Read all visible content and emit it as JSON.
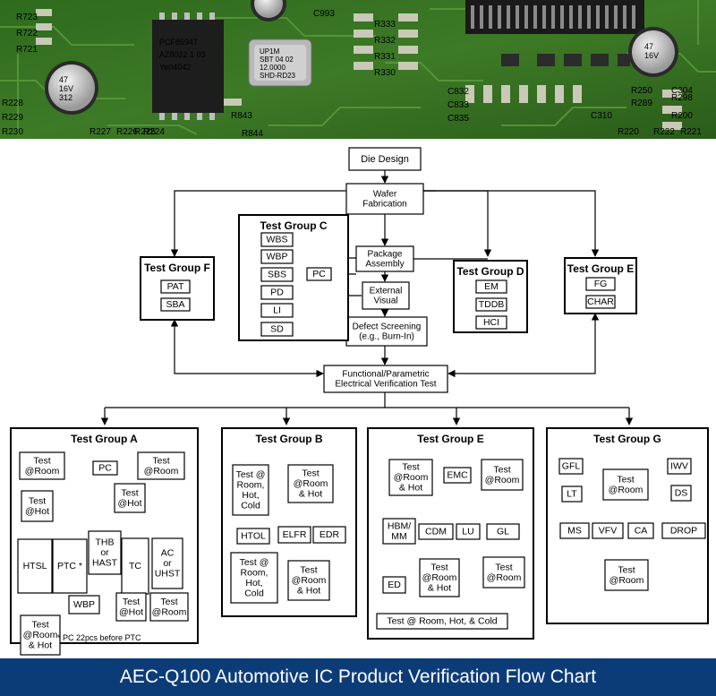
{
  "flow": {
    "die_design": "Die Design",
    "wafer_fab": [
      "Wafer",
      "Fabrication"
    ],
    "package_assembly": [
      "Package",
      "Assembly"
    ],
    "external_visual": [
      "External",
      "Visual"
    ],
    "defect_screening": [
      "Defect Screening",
      "(e.g., Burn-In)"
    ],
    "functional_test": [
      "Functional/Parametric",
      "Electrical Verification Test"
    ]
  },
  "group_c": {
    "title": "Test Group C",
    "items": [
      "WBS",
      "WBP",
      "SBS",
      "PD",
      "LI",
      "SD"
    ],
    "pc": "PC"
  },
  "group_f": {
    "title": "Test Group F",
    "items": [
      "PAT",
      "SBA"
    ]
  },
  "group_d": {
    "title": "Test Group D",
    "items": [
      "EM",
      "TDDB",
      "HCI"
    ]
  },
  "group_e_top": {
    "title": "Test Group E",
    "items": [
      "FG",
      "CHAR"
    ]
  },
  "group_a": {
    "title": "Test Group A",
    "test_room_1": [
      "Test",
      "@Room"
    ],
    "pc": "PC",
    "test_room_2": [
      "Test",
      "@Room"
    ],
    "test_hot_1": [
      "Test",
      "@Hot"
    ],
    "test_hot_2": [
      "Test",
      "@Hot"
    ],
    "htsl": "HTSL",
    "ptc": "PTC *",
    "thb": [
      "THB",
      "or",
      "HAST"
    ],
    "tc": "TC",
    "ac": [
      "AC",
      "or",
      "UHST"
    ],
    "test_room_hot": [
      "Test",
      "@Room",
      "& Hot"
    ],
    "wbp": "WBP",
    "test_hot_3": [
      "Test",
      "@Hot"
    ],
    "test_room_3": [
      "Test",
      "@Room"
    ],
    "footnote": "* PC 22pcs before PTC"
  },
  "group_b": {
    "title": "Test Group B",
    "test_rhc_1": [
      "Test @",
      "Room,",
      "Hot,",
      "Cold"
    ],
    "test_room_hot_1": [
      "Test",
      "@Room",
      "& Hot"
    ],
    "htol": "HTOL",
    "elfr": "ELFR",
    "edr": "EDR",
    "test_rhc_2": [
      "Test @",
      "Room,",
      "Hot,",
      "Cold"
    ],
    "test_room_hot_2": [
      "Test",
      "@Room",
      "& Hot"
    ]
  },
  "group_e": {
    "title": "Test Group E",
    "test_room_hot_1": [
      "Test",
      "@Room",
      "& Hot"
    ],
    "emc": "EMC",
    "test_room_1": [
      "Test",
      "@Room"
    ],
    "hbm": [
      "HBM/",
      "MM"
    ],
    "cdm": "CDM",
    "lu": "LU",
    "gl": "GL",
    "test_room_hot_2": [
      "Test",
      "@Room",
      "& Hot"
    ],
    "test_room_2": [
      "Test",
      "@Room"
    ],
    "ed": "ED",
    "test_rhc": "Test @ Room, Hot, & Cold"
  },
  "group_g": {
    "title": "Test Group G",
    "gfl": "GFL",
    "lt": "LT",
    "test_room_1": [
      "Test",
      "@Room"
    ],
    "iwv": "IWV",
    "ds": "DS",
    "ms": "MS",
    "vfv": "VFV",
    "ca": "CA",
    "drop": "DROP",
    "test_room_2": [
      "Test",
      "@Room"
    ]
  },
  "photo": {
    "labels": [
      "C993",
      "R333",
      "R332",
      "R331",
      "R330",
      "R723",
      "R722",
      "R721",
      "R843",
      "R844",
      "R230",
      "R229",
      "R228",
      "R227",
      "R226",
      "R225",
      "R224",
      "R222",
      "R221",
      "R220",
      "C832",
      "C833",
      "C835",
      "C310",
      "R289",
      "R298",
      "R200",
      "R250",
      "C304"
    ],
    "chip_text": [
      "PCF8594T",
      "AZ8022.1 03",
      "Ye04042"
    ],
    "crystal_text": [
      "UP1M",
      "SBT 04 02",
      "12.0000",
      "SHD-RD23"
    ],
    "cap_text": [
      "47",
      "16V",
      "312"
    ],
    "cap_text_2": [
      "47",
      "16V"
    ]
  },
  "caption": "AEC-Q100 Automotive IC Product Verification Flow Chart"
}
